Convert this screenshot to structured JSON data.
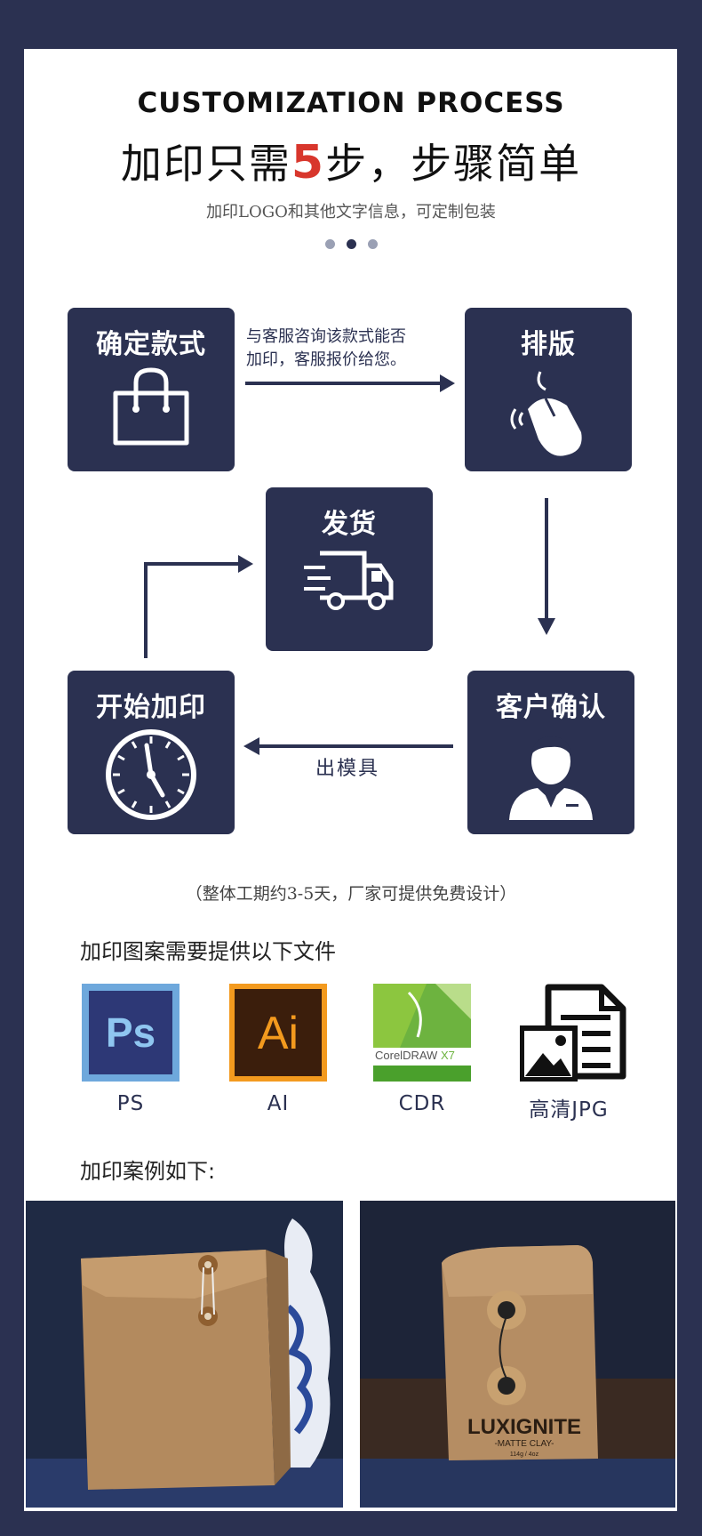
{
  "header": {
    "title_en": "CUSTOMIZATION PROCESS",
    "title_cn_before": "加印只需",
    "title_cn_number": "5",
    "title_cn_after": "步，步骤简单",
    "subtitle": "加印LOGO和其他文字信息，可定制包装"
  },
  "colors": {
    "navy": "#2b3151",
    "accent_red": "#d8362c",
    "white": "#ffffff"
  },
  "steps": [
    {
      "title": "确定款式",
      "icon": "shopping-bag-icon"
    },
    {
      "title": "排版",
      "icon": "mouse-icon"
    },
    {
      "title": "客户确认",
      "icon": "customer-icon"
    },
    {
      "title": "开始加印",
      "icon": "clock-icon"
    },
    {
      "title": "发货",
      "icon": "delivery-truck-icon"
    }
  ],
  "arrow_notes": {
    "step1_to_step2_line1": "与客服咨询该款式能否",
    "step1_to_step2_line2": "加印，客服报价给您。",
    "step3_to_step4": "出模具"
  },
  "note": "（整体工期约3-5天，厂家可提供免费设计）",
  "files": {
    "title": "加印图案需要提供以下文件",
    "items": [
      {
        "label": "PS",
        "icon": "photoshop-icon",
        "badge": "Ps"
      },
      {
        "label": "AI",
        "icon": "illustrator-icon",
        "badge": "Ai"
      },
      {
        "label": "CDR",
        "icon": "coreldraw-icon",
        "badge": "CorelDRAW",
        "badge_version": "X7"
      },
      {
        "label": "高清JPG",
        "icon": "image-document-icon"
      }
    ]
  },
  "cases": {
    "title": "加印案例如下:",
    "photo2_brand": "LUXIGNITE",
    "photo2_sub": "-MATTE CLAY-",
    "photo2_weight": "114g / 4oz"
  }
}
